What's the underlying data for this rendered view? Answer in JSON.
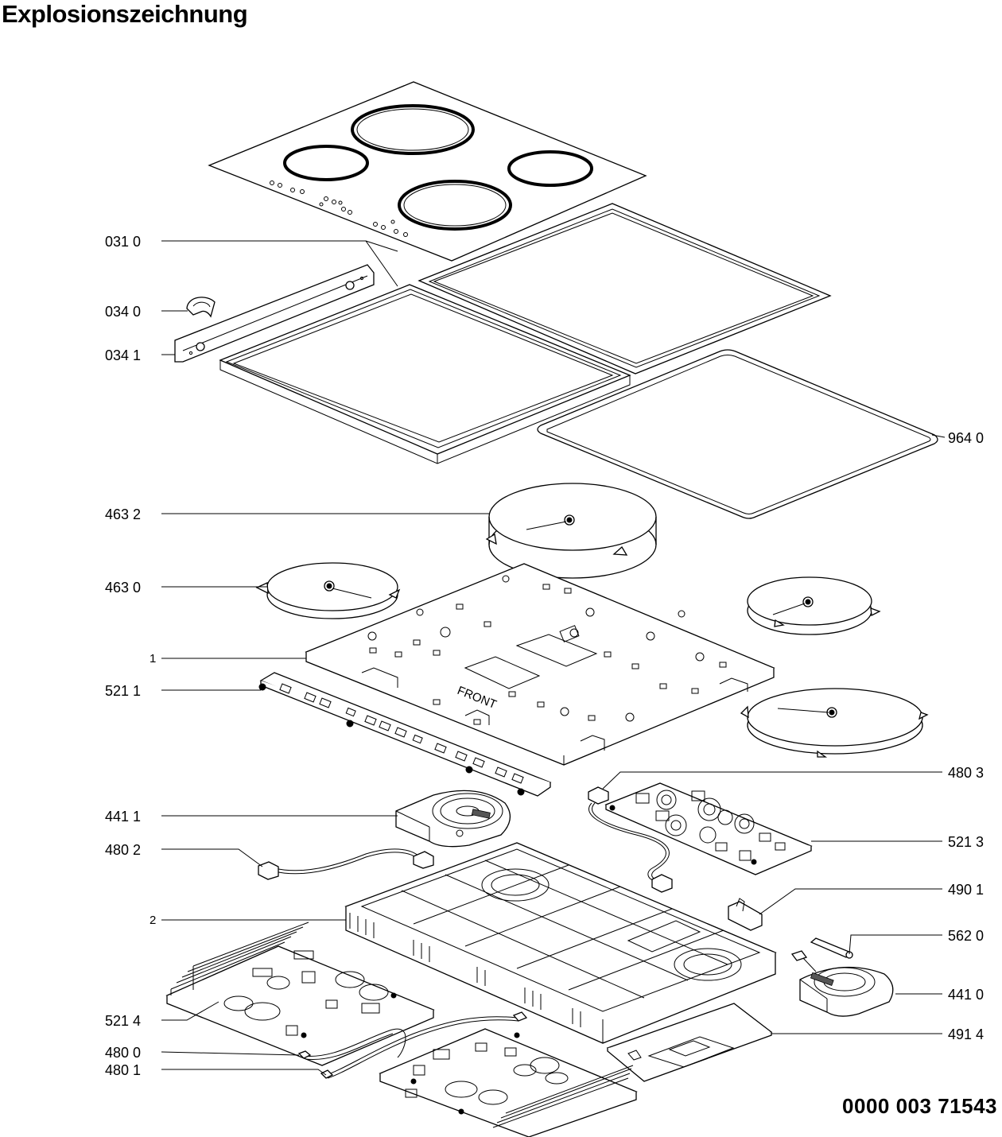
{
  "header": {
    "title": "Explosionszeichnung"
  },
  "footer": {
    "document_number": "0000 003 71543"
  },
  "part_labels": {
    "p0310": "031 0",
    "p0340": "034 0",
    "p0341": "034 1",
    "p9640": "964 0",
    "p4632": "463 2",
    "p4630": "463 0",
    "p1": "1",
    "p5211": "521 1",
    "p4803": "480 3",
    "p4411": "441 1",
    "p5213": "521 3",
    "p4802": "480 2",
    "p4901": "490 1",
    "p2": "2",
    "p5620": "562 0",
    "p4410": "441 0",
    "p5214": "521 4",
    "p4914": "491 4",
    "p4800": "480 0",
    "p4801": "480 1"
  },
  "embossed_text": {
    "front": "FRONT"
  }
}
